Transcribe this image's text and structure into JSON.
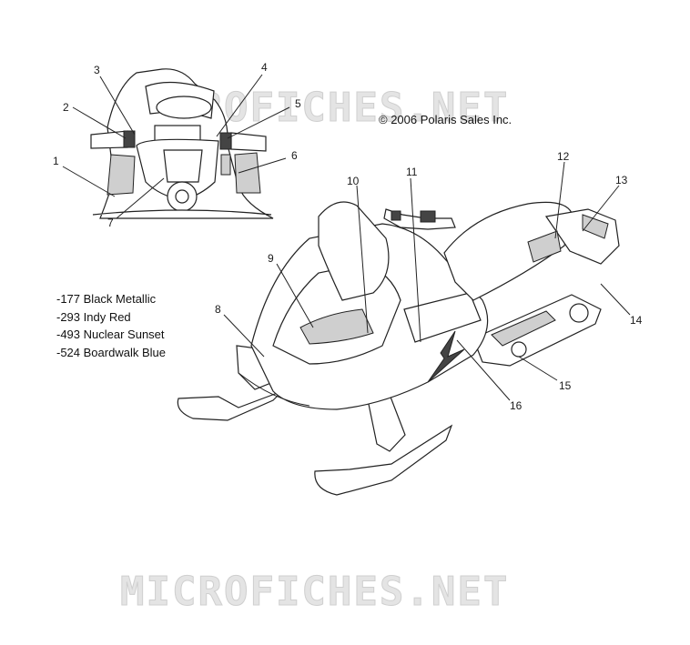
{
  "watermark": {
    "top": "MICROFICHES.NET",
    "bottom": "MICROFICHES.NET"
  },
  "copyright": "© 2006 Polaris Sales Inc.",
  "color_codes": [
    "-177 Black Metallic",
    "-293 Indy Red",
    "-493 Nuclear Sunset",
    "-524 Boardwalk Blue"
  ],
  "callouts": [
    "1",
    "2",
    "3",
    "4",
    "5",
    "6",
    "7",
    "8",
    "9",
    "10",
    "11",
    "12",
    "13",
    "14",
    "15",
    "16"
  ],
  "icons": [
    "dashboard-illustration",
    "snowmobile-illustration"
  ]
}
